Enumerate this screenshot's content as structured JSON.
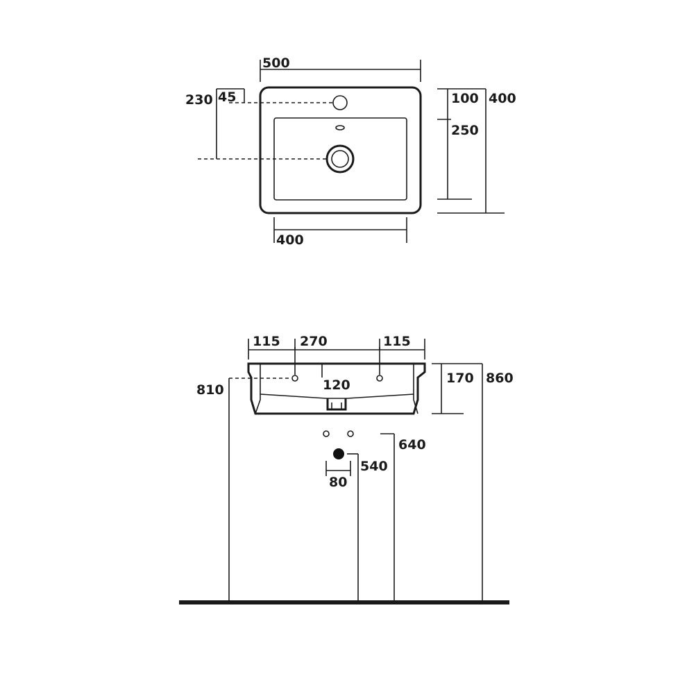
{
  "top_view": {
    "overall_width": "500",
    "bowl_width": "400",
    "tap_hole_offset_from_edge": "45",
    "waste_offset_from_edge": "230",
    "tap_to_bowl_front": "100",
    "bowl_depth": "250",
    "overall_depth": "400"
  },
  "front_view": {
    "side_left": "115",
    "center_span": "270",
    "side_right": "115",
    "waste_depth": "120",
    "basin_height": "170",
    "rim_height_from_floor": "860",
    "underside_height": "810",
    "supply_height": "640",
    "waste_outlet_height": "540",
    "supply_spacing": "80"
  },
  "colors": {
    "line": "#1a1a1a",
    "background": "#ffffff"
  }
}
